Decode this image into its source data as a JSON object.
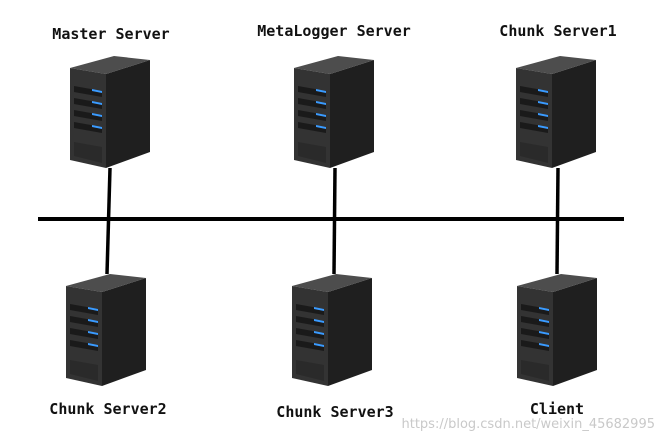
{
  "nodes": [
    {
      "id": "master",
      "label": "Master Server"
    },
    {
      "id": "metalogger",
      "label": "MetaLogger Server"
    },
    {
      "id": "chunk1",
      "label": "Chunk Server1"
    },
    {
      "id": "chunk2",
      "label": "Chunk Server2"
    },
    {
      "id": "chunk3",
      "label": "Chunk Server3"
    },
    {
      "id": "client",
      "label": "Client"
    }
  ],
  "watermark": "https://blog.csdn.net/weixin_45682995",
  "colors": {
    "bus_line": "#000000",
    "server_front": "#2e2e2e",
    "server_side": "#1c1c1c",
    "server_top": "#4a4a4a",
    "drive_led": "#3a9bff"
  },
  "icons": {
    "server": "server-tower-icon"
  }
}
